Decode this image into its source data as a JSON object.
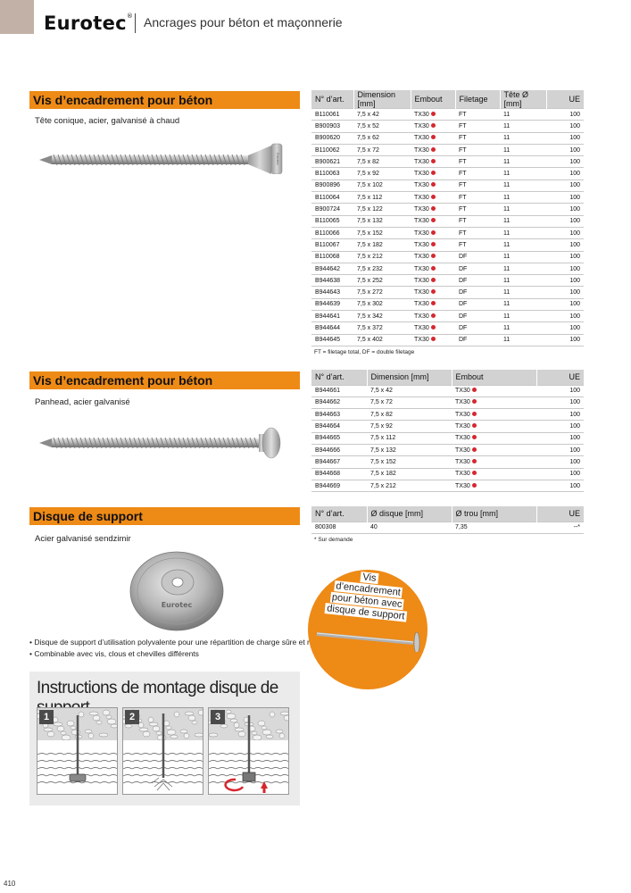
{
  "header": {
    "brand": "Eurotec",
    "brand_mark": "®",
    "title": "Ancrages pour béton et maçonnerie"
  },
  "section1": {
    "title": "Vis d’encadrement pour béton",
    "subtitle": "Tête conique, acier, galvanisé à chaud",
    "columns": [
      "N° d’art.",
      "Dimension [mm]",
      "Embout",
      "Filetage",
      "Tête Ø [mm]",
      "UE"
    ],
    "rows": [
      [
        "B110061",
        "7,5 x 42",
        "TX30",
        "FT",
        "11",
        "100"
      ],
      [
        "B900903",
        "7,5 x 52",
        "TX30",
        "FT",
        "11",
        "100"
      ],
      [
        "B900620",
        "7,5 x 62",
        "TX30",
        "FT",
        "11",
        "100"
      ],
      [
        "B110062",
        "7,5 x 72",
        "TX30",
        "FT",
        "11",
        "100"
      ],
      [
        "B900621",
        "7,5 x 82",
        "TX30",
        "FT",
        "11",
        "100"
      ],
      [
        "B110063",
        "7,5 x 92",
        "TX30",
        "FT",
        "11",
        "100"
      ],
      [
        "B900896",
        "7,5 x 102",
        "TX30",
        "FT",
        "11",
        "100"
      ],
      [
        "B110064",
        "7,5 x 112",
        "TX30",
        "FT",
        "11",
        "100"
      ],
      [
        "B900724",
        "7,5 x 122",
        "TX30",
        "FT",
        "11",
        "100"
      ],
      [
        "B110065",
        "7,5 x 132",
        "TX30",
        "FT",
        "11",
        "100"
      ],
      [
        "B110066",
        "7,5 x 152",
        "TX30",
        "FT",
        "11",
        "100"
      ],
      [
        "B110067",
        "7,5 x 182",
        "TX30",
        "FT",
        "11",
        "100"
      ],
      [
        "B110068",
        "7,5 x 212",
        "TX30",
        "DF",
        "11",
        "100"
      ],
      [
        "B944642",
        "7,5 x 232",
        "TX30",
        "DF",
        "11",
        "100"
      ],
      [
        "B944638",
        "7,5 x 252",
        "TX30",
        "DF",
        "11",
        "100"
      ],
      [
        "B944643",
        "7,5 x 272",
        "TX30",
        "DF",
        "11",
        "100"
      ],
      [
        "B944639",
        "7,5 x 302",
        "TX30",
        "DF",
        "11",
        "100"
      ],
      [
        "B944641",
        "7,5 x 342",
        "TX30",
        "DF",
        "11",
        "100"
      ],
      [
        "B944644",
        "7,5 x 372",
        "TX30",
        "DF",
        "11",
        "100"
      ],
      [
        "B944645",
        "7,5 x 402",
        "TX30",
        "DF",
        "11",
        "100"
      ]
    ],
    "footnote": "FT = filetage total, DF = double filetage",
    "screw_head_mark": "Eurotec"
  },
  "section2": {
    "title": "Vis d’encadrement pour béton",
    "subtitle": "Panhead, acier galvanisé",
    "columns": [
      "N° d’art.",
      "Dimension [mm]",
      "Embout",
      "UE"
    ],
    "rows": [
      [
        "B944661",
        "7,5 x 42",
        "TX30",
        "100"
      ],
      [
        "B944662",
        "7,5 x 72",
        "TX30",
        "100"
      ],
      [
        "B944663",
        "7,5 x 82",
        "TX30",
        "100"
      ],
      [
        "B944664",
        "7,5 x 92",
        "TX30",
        "100"
      ],
      [
        "B944665",
        "7,5 x 112",
        "TX30",
        "100"
      ],
      [
        "B944666",
        "7,5 x 132",
        "TX30",
        "100"
      ],
      [
        "B944667",
        "7,5 x 152",
        "TX30",
        "100"
      ],
      [
        "B944668",
        "7,5 x 182",
        "TX30",
        "100"
      ],
      [
        "B944669",
        "7,5 x 212",
        "TX30",
        "100"
      ]
    ]
  },
  "section3": {
    "title": "Disque de support",
    "subtitle": "Acier galvanisé sendzimir",
    "columns": [
      "N° d’art.",
      "Ø disque [mm]",
      "Ø trou [mm]",
      "UE"
    ],
    "rows": [
      [
        "800308",
        "40",
        "7,35",
        "--*"
      ]
    ],
    "footnote": "* Sur demande",
    "disc_mark": "Eurotec",
    "bullets": [
      "• Disque de support d’utilisation polyvalente pour une répartition de charge sûre et régulière",
      "• Combinable avec vis, clous et chevilles différents"
    ],
    "callout_lines": [
      "Vis",
      "d’encadrement",
      "pour béton avec",
      "disque de support"
    ]
  },
  "instructions": {
    "title": "Instructions de montage disque de support",
    "steps": [
      "1",
      "2",
      "3"
    ]
  },
  "colors": {
    "accent": "#ee8a16",
    "header_gray": "#d2d2d2",
    "red_dot": "#d6272f"
  },
  "page_number": "410"
}
